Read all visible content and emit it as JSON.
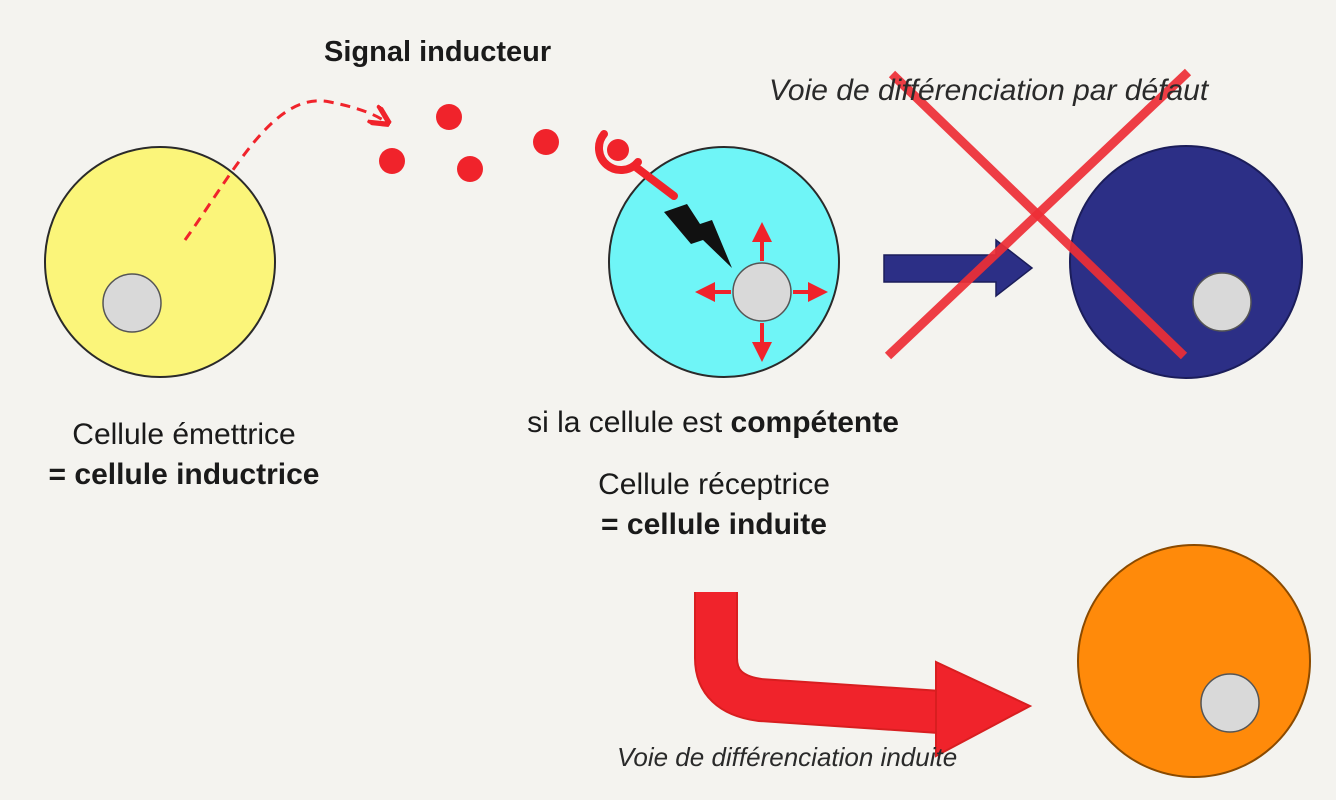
{
  "signal_title": "Signal inducteur",
  "emitter": {
    "line1": "Cellule émettrice",
    "line2_prefix": "= ",
    "line2_bold": "cellule inductrice"
  },
  "receiver": {
    "competence_prefix": "si la cellule est ",
    "competence_bold": "compétente",
    "line1": "Cellule réceptrice",
    "line2_prefix": "= ",
    "line2_bold": "cellule induite"
  },
  "default_path_label": "Voie de différenciation par défaut",
  "induced_path_label": "Voie de différenciation induite",
  "colors": {
    "background": "#f4f3ef",
    "emitter_cell": "#fbf57a",
    "receiver_cell": "#6ff5f7",
    "default_cell": "#2c2f86",
    "induced_cell": "#ff8a0a",
    "nucleus": "#d9d9d9",
    "signal": "#f0232b",
    "cross": "#ee2e36",
    "default_arrow": "#2c2f86"
  },
  "icons": [
    "lightning-icon",
    "receptor-icon",
    "cross-icon",
    "arrow-right-icon",
    "curved-arrow-icon"
  ]
}
